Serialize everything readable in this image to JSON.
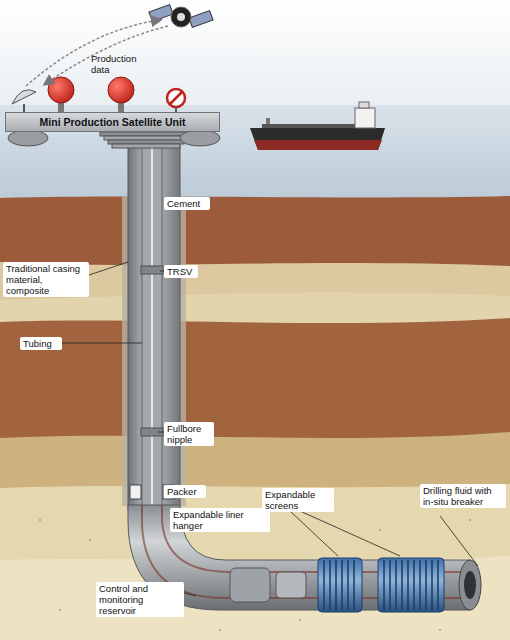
{
  "diagram": {
    "nodes": [
      {
        "text": [
          "Mini Production Satellite Unit"
        ]
      }
    ],
    "labels": [
      "Production data",
      "Cement",
      "Traditional casing material, composite",
      "TRSV",
      "Tubing",
      "Fullbore nipple",
      "Packer",
      "Expandable liner hanger",
      "Expandable screens",
      "Drilling fluid with in-situ breaker",
      "Control and monitoring reservoir"
    ]
  }
}
